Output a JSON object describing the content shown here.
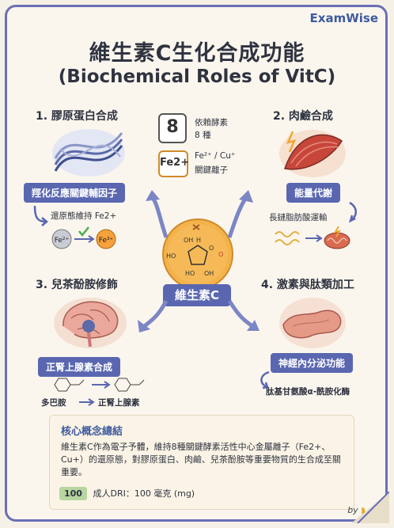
{
  "brand": "ExamWise",
  "title": "維生素C生化合成功能",
  "subtitle": "(Biochemical Roles of VitC)",
  "center": "維生素C",
  "badges": {
    "eight": {
      "number": "8",
      "line1": "依賴酵素",
      "line2": "8 種"
    },
    "ions": {
      "symbol": "Fe2+",
      "line1": "Fe²⁺ / Cu⁺",
      "line2": "關鍵離子"
    }
  },
  "sections": {
    "collagen": {
      "title": "1. 膠原蛋白合成",
      "pill": "羥化反應關鍵輔因子",
      "note": "還原態維持 Fe2+",
      "fe2": "Fe²⁺",
      "fe3": "Fe³⁺"
    },
    "carnitine": {
      "title": "2. 肉鹼合成",
      "pill": "能量代謝",
      "note": "長鏈脂肪酸運輸"
    },
    "catecholamine": {
      "title": "3. 兒茶酚胺修飾",
      "pill": "正腎上腺素合成",
      "from": "多巴胺",
      "to": "正腎上腺素"
    },
    "hormone": {
      "title": "4. 激素與肽類加工",
      "pill": "神經內分泌功能",
      "note": "肽基甘氨酸α-酰胺化酶"
    }
  },
  "summary": {
    "title": "核心概念總結",
    "body": "維生素C作為電子予體，維持8種關鍵酵素活性中心金屬離子（Fe2+、Cu+）的還原態，對膠原蛋白、肉鹼、兒茶酚胺等重要物質的生合成至關重要。",
    "dri_value": "100",
    "dri_text": "成人DRI：100 毫克 (mg)"
  },
  "signature": "by",
  "colors": {
    "accent": "#5a67b0",
    "frame": "#6a6fb6",
    "orange": "#f0a830"
  }
}
